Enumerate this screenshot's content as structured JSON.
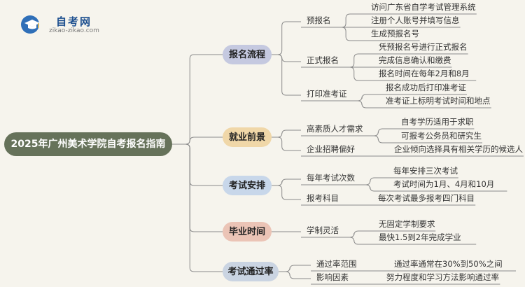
{
  "logo": {
    "title": "自考网",
    "url": "zikao-zikao.com",
    "icon": "graduation-cap-icon",
    "color": "#2f6fb8"
  },
  "root": {
    "label": "2025年广州美术学院自考报名指南",
    "color": "#66725a"
  },
  "categories": [
    {
      "label": "报名流程",
      "color": "#c5c9e0",
      "subs": [
        {
          "label": "预报名",
          "leaves": [
            "访问广东省自学考试管理系统",
            "注册个人账号并填写信息",
            "生成预报名号"
          ]
        },
        {
          "label": "正式报名",
          "leaves": [
            "凭预报名号进行正式报名",
            "完成信息确认和缴费",
            "报名时间在每年2月和8月"
          ]
        },
        {
          "label": "打印准考证",
          "leaves": [
            "报名成功后打印准考证",
            "准考证上标明考试时间和地点"
          ]
        }
      ]
    },
    {
      "label": "就业前景",
      "color": "#f0d7a8",
      "subs": [
        {
          "label": "高素质人才需求",
          "leaves": [
            "自考学历适用于求职",
            "可报考公务员和研究生"
          ]
        },
        {
          "label": "企业招聘偏好",
          "leaves": [
            "企业倾向选择具有相关学历的候选人"
          ]
        }
      ]
    },
    {
      "label": "考试安排",
      "color": "#c8d7ea",
      "subs": [
        {
          "label": "每年考试次数",
          "leaves": [
            "每年安排三次考试",
            "考试时间为1月、4月和10月"
          ]
        },
        {
          "label": "报考科目",
          "leaves": [
            "每次考试最多报考四门科目"
          ]
        }
      ]
    },
    {
      "label": "毕业时间",
      "color": "#ebc4b6",
      "subs": [
        {
          "label": "学制灵活",
          "leaves": [
            "无固定学制要求",
            "最快1.5到2年完成学业"
          ]
        }
      ]
    },
    {
      "label": "考试通过率",
      "color": "#cad4e2",
      "subs": [
        {
          "label": "通过率范围",
          "leaves": [
            "通过率通常在30%到50%之间"
          ]
        },
        {
          "label": "影响因素",
          "leaves": [
            "努力程度和学习方法影响通过率"
          ]
        }
      ]
    }
  ]
}
